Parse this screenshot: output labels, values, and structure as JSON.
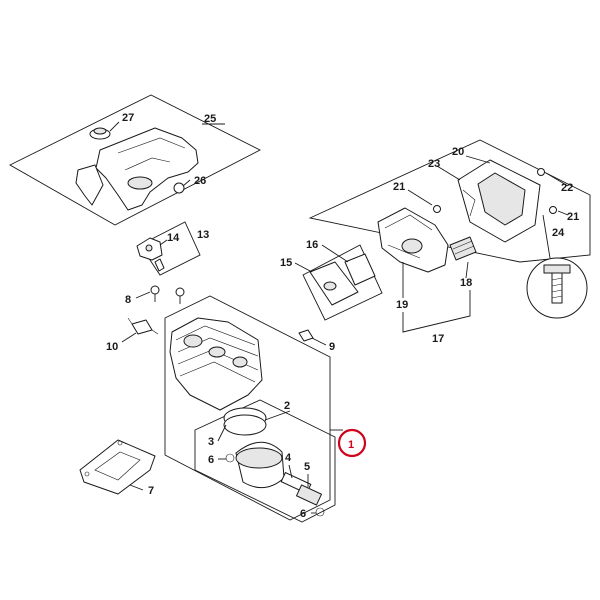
{
  "callouts": {
    "c1": "1",
    "c2": "2",
    "c3": "3",
    "c4": "4",
    "c5": "5",
    "c6a": "6",
    "c6b": "6",
    "c7": "7",
    "c8": "8",
    "c9": "9",
    "c10": "10",
    "c13": "13",
    "c14": "14",
    "c15": "15",
    "c16": "16",
    "c17": "17",
    "c18": "18",
    "c19": "19",
    "c20": "20",
    "c21a": "21",
    "c21b": "21",
    "c22": "22",
    "c23": "23",
    "c24": "24",
    "c25": "25",
    "c26": "26",
    "c27": "27"
  },
  "highlight": {
    "color": "#d0021b",
    "label": "1"
  },
  "colors": {
    "line": "#1a1a1a",
    "shade": "#e6e6e6",
    "background": "#ffffff"
  }
}
